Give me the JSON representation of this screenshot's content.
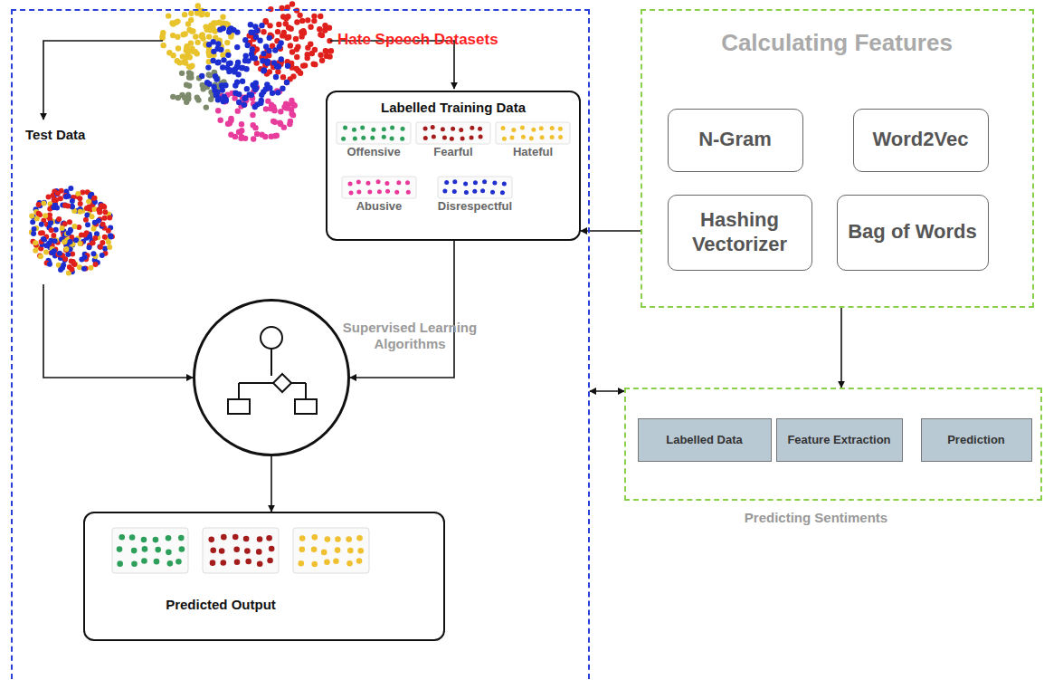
{
  "diagram": {
    "nodes": [
      {
        "text": [
          "Hate Speech Datasets"
        ]
      },
      {
        "text": [
          "Test Data"
        ],
        "in": 0
      },
      {
        "text": [
          "Labelled Training Data"
        ],
        "in": 0
      },
      {
        "text": [
          "Supervised Learning Algorithms"
        ],
        "in": 0
      },
      {
        "text": [
          "Predicted Output"
        ],
        "in": 0
      },
      {
        "text": [
          "Calculating Features"
        ]
      },
      {
        "text": [
          "N-Gram"
        ],
        "in": 5
      },
      {
        "text": [
          "Word2Vec"
        ],
        "in": 5
      },
      {
        "text": [
          "Hashing Vectorizer"
        ],
        "in": 5
      },
      {
        "text": [
          "Bag of Words"
        ],
        "in": 5
      },
      {
        "text": [
          "Predicting Sentiments"
        ]
      },
      {
        "text": [
          "Labelled Data"
        ],
        "in": 10
      },
      {
        "text": [
          "Feature Extraction"
        ],
        "in": 10
      },
      {
        "text": [
          "Prediction"
        ],
        "in": 10
      }
    ],
    "edges": [
      {
        "from": 1,
        "to": 3,
        "arrow": "to"
      },
      {
        "from": 2,
        "to": 3,
        "arrow": "to"
      },
      {
        "from": 3,
        "to": 4,
        "arrow": "to"
      },
      {
        "from": 5,
        "to": 2,
        "arrow": "to"
      },
      {
        "from": 5,
        "to": 10,
        "arrow": "to"
      },
      {
        "from": 0,
        "to": 10,
        "arrow": "both"
      }
    ],
    "legend": [
      {
        "text": "Offensive",
        "color": "#2e9e5b"
      },
      {
        "text": "Fearful",
        "color": "#a51c1c"
      },
      {
        "text": "Hateful",
        "color": "#f0c030"
      },
      {
        "text": "Abusive",
        "color": "#e8399a"
      },
      {
        "text": "Disrespectful",
        "color": "#1f2ecc"
      }
    ]
  }
}
